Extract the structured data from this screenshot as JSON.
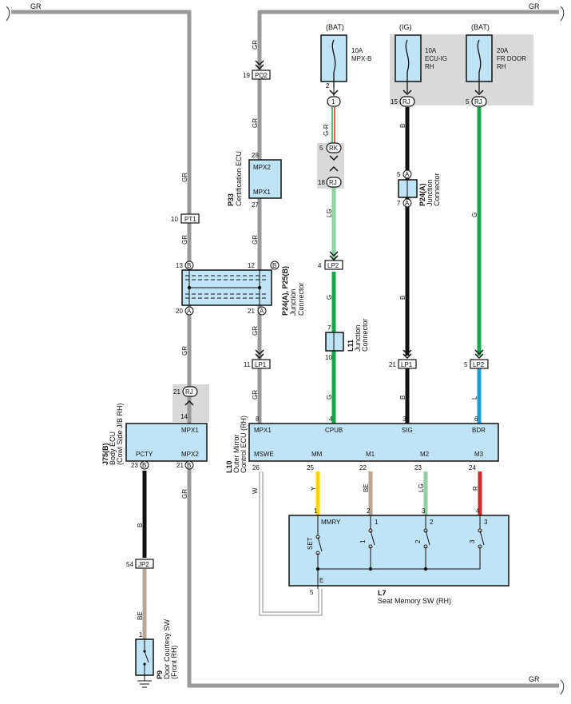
{
  "wires": {
    "top_left_gr": "GR",
    "top_right_gr": "GR",
    "bottom_right_gr": "GR",
    "gr": "GR",
    "g_r": "G-R",
    "lg": "LG",
    "g": "G",
    "b": "B",
    "l": "L",
    "w": "W",
    "y": "Y",
    "be": "BE",
    "r": "R"
  },
  "supplies": {
    "bat": "(BAT)",
    "ig": "(IG)"
  },
  "fuses": {
    "mpxb": {
      "amp": "10A",
      "name": "MPX-B"
    },
    "ecuig": {
      "amp": "10A",
      "name": "ECU-IG",
      "sub": "RH"
    },
    "frdoor": {
      "amp": "20A",
      "name": "FR DOOR",
      "sub": "RH"
    }
  },
  "connectors": {
    "pq2": "PQ2",
    "pt1": "PT1",
    "rk": "RK",
    "rj": "RJ",
    "lp1": "LP1",
    "lp2": "LP2",
    "jp2": "JP2",
    "a": "A",
    "b": "B",
    "one": "1"
  },
  "components": {
    "p33": {
      "code": "P33",
      "name": "Certification ECU",
      "t1": "MPX2",
      "t2": "MPX1"
    },
    "p24p25": {
      "code": "P24(A), P25(B)",
      "l1": "Junction",
      "l2": "Connector"
    },
    "p24a": {
      "code": "P24(A)",
      "l1": "Junction",
      "l2": "Connector"
    },
    "l11": {
      "code": "L11",
      "l1": "Junction",
      "l2": "Connector"
    },
    "j75": {
      "code": "J75(B)",
      "l1": "Body ECU",
      "l2": "(Cowl Side J/B RH)",
      "t_mpx1": "MPX1",
      "t_pcty": "PCTY",
      "t_mpx2": "MPX2"
    },
    "l10": {
      "code": "L10",
      "l1": "Outer Mirror",
      "l2": "Control ECU (RH)",
      "top": [
        "MPX1",
        "CPUB",
        "SIG",
        "BDR"
      ],
      "bottom": [
        "MSWE",
        "MM",
        "M1",
        "M2",
        "M3"
      ]
    },
    "l7": {
      "code": "L7",
      "name": "Seat Memory SW (RH)",
      "mmry": "MMRY",
      "set": "SET",
      "e": "E",
      "sw": [
        "1",
        "2",
        "3"
      ]
    },
    "p9": {
      "code": "P9",
      "l1": "Door Courtesy SW",
      "l2": "(Front RH)"
    }
  },
  "pins": {
    "p19": "19",
    "p28": "28",
    "p27": "27",
    "p10": "10",
    "p13": "13",
    "p12": "12",
    "p20": "20",
    "p21a": "21",
    "p11": "11",
    "p8": "8",
    "p21b": "21",
    "p14": "14",
    "p23": "23",
    "p21c": "21",
    "p54": "54",
    "p1a": "1",
    "p2": "2",
    "p5a": "5",
    "p18": "18",
    "p4a": "4",
    "p7a": "7",
    "p10b": "10",
    "p4b": "4",
    "p15": "15",
    "p5b": "5",
    "p7b": "7",
    "p21d": "21",
    "p3": "3",
    "p5c": "5",
    "p5d": "5",
    "p6": "6",
    "p26": "26",
    "p25": "25",
    "p22": "22",
    "p23b": "23",
    "p24": "24",
    "p1b": "1",
    "p2b": "2",
    "p3b": "3",
    "p4c": "4",
    "p5e": "5"
  },
  "colors": {
    "gray_wire": "#9a9a9a",
    "gr_wire": "#8f8f8f",
    "ecu_fill": "#bfe4f5",
    "shade": "#d9d9d9",
    "green": "#15a84a",
    "light_green": "#8fd1a0",
    "black": "#111111",
    "blue": "#1a9ee0",
    "yellow": "#ffd400",
    "beige": "#b9a793",
    "red": "#e0262b"
  }
}
